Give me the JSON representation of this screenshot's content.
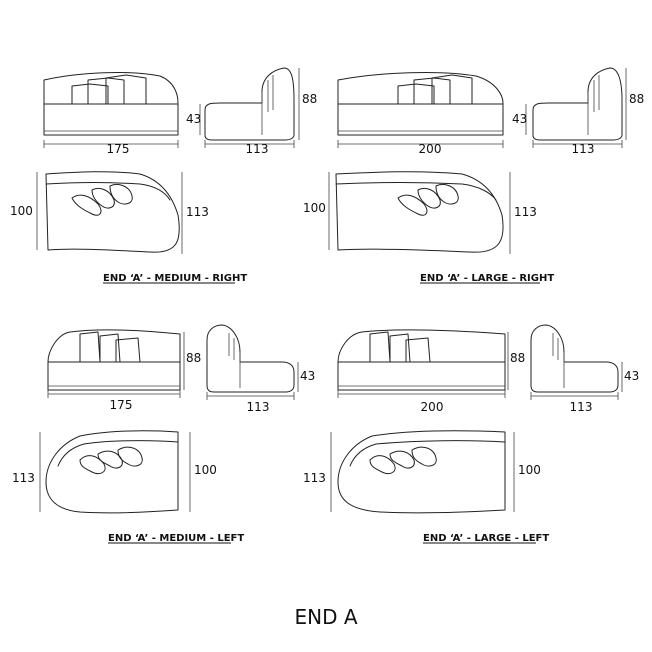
{
  "title": "END A",
  "modules": [
    {
      "caption": "END ‘A’ -  MEDIUM - RIGHT",
      "front_width": "175",
      "front_height": "43",
      "side_depth": "113",
      "side_height": "88",
      "plan_depth_short": "100",
      "plan_depth_long": "113"
    },
    {
      "caption": "END ‘A’ -  LARGE - RIGHT",
      "front_width": "200",
      "front_height": "43",
      "side_depth": "113",
      "side_height": "88",
      "plan_depth_short": "100",
      "plan_depth_long": "113"
    },
    {
      "caption": "END ‘A’ -  MEDIUM - LEFT",
      "front_width": "175",
      "front_height": "88",
      "side_depth": "113",
      "side_height": "43",
      "plan_depth_short": "100",
      "plan_depth_long": "113"
    },
    {
      "caption": "END ‘A’ -  LARGE - LEFT",
      "front_width": "200",
      "front_height": "88",
      "side_depth": "113",
      "side_height": "43",
      "plan_depth_short": "100",
      "plan_depth_long": "113"
    }
  ]
}
